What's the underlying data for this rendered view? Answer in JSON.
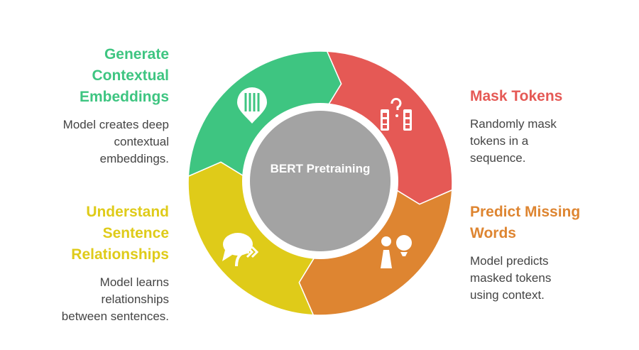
{
  "center": {
    "label": "BERT Pretraining",
    "color": "#a3a3a3"
  },
  "steps": [
    {
      "title": "Generate Contextual Embeddings",
      "title_lines": [
        "Generate",
        "Contextual",
        "Embeddings"
      ],
      "description_lines": [
        "Model creates deep",
        "contextual",
        "embeddings."
      ],
      "color": "#3ec581",
      "icon": "brain-head-icon"
    },
    {
      "title": "Mask Tokens",
      "title_lines": [
        "Mask Tokens"
      ],
      "description_lines": [
        "Randomly mask",
        "tokens in a",
        "sequence."
      ],
      "color": "#e55955",
      "icon": "masked-tokens-question-icon"
    },
    {
      "title": "Predict Missing Words",
      "title_lines": [
        "Predict Missing",
        "Words"
      ],
      "description_lines": [
        "Model predicts",
        "masked tokens",
        "using context."
      ],
      "color": "#de8531",
      "icon": "person-lightbulb-icon"
    },
    {
      "title": "Understand Sentence Relationships",
      "title_lines": [
        "Understand",
        "Sentence",
        "Relationships"
      ],
      "description_lines": [
        "Model learns",
        "relationships",
        "between sentences."
      ],
      "color": "#dfcb19",
      "icon": "speech-arrow-icon"
    }
  ]
}
